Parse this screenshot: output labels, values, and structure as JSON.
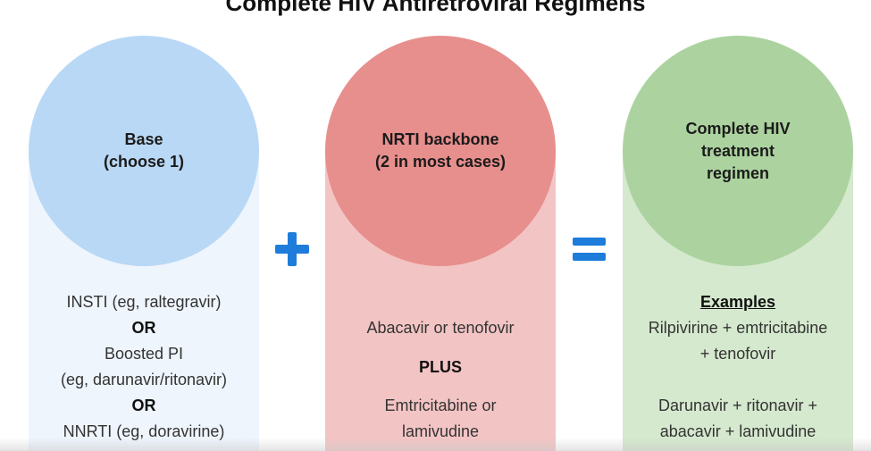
{
  "title": "Complete HIV Antiretroviral Regimens",
  "colors": {
    "base": "#b9d8f5",
    "nrti": "#e78f8d",
    "complete": "#acd39f",
    "operator": "#1e7ddb"
  },
  "base": {
    "heading_line1": "Base",
    "heading_line2": "(choose 1)",
    "items": [
      "INSTI (eg, raltegravir)",
      "OR",
      "Boosted PI",
      "(eg, darunavir/ritonavir)",
      "OR",
      "NNRTI (eg, doravirine)"
    ]
  },
  "operators": {
    "plus": "plus-icon",
    "equals": "equals-icon"
  },
  "nrti": {
    "heading_line1": "NRTI backbone",
    "heading_line2": "(2 in most cases)",
    "items": [
      "Abacavir or tenofovir",
      "PLUS",
      "Emtricitabine or",
      "lamivudine"
    ]
  },
  "complete": {
    "heading_line1": "Complete HIV",
    "heading_line2": "treatment",
    "heading_line3": "regimen",
    "examples_label": "Examples",
    "items": [
      "Rilpivirine + emtricitabine",
      "+ tenofovir",
      "Darunavir + ritonavir +",
      "abacavir + lamivudine"
    ]
  }
}
